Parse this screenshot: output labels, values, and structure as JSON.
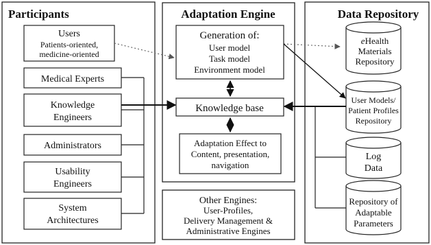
{
  "panels": {
    "participants": {
      "title": "Participants"
    },
    "engine": {
      "title": "Adaptation Engine"
    },
    "repository": {
      "title": "Data Repository"
    }
  },
  "participants": {
    "users": {
      "line1": "Users",
      "line2": "Patients-oriented,",
      "line3": "medicine-oriented"
    },
    "medical_experts": {
      "label": "Medical Experts"
    },
    "knowledge_engineers": {
      "line1": "Knowledge",
      "line2": "Engineers"
    },
    "administrators": {
      "label": "Administrators"
    },
    "usability_engineers": {
      "line1": "Usability",
      "line2": "Engineers"
    },
    "system_architectures": {
      "line1": "System",
      "line2": "Architectures"
    }
  },
  "engine": {
    "generation": {
      "line1": "Generation of:",
      "line2": "User model",
      "line3": "Task model",
      "line4": "Environment model"
    },
    "knowledge_base": {
      "label": "Knowledge base"
    },
    "adaptation_effect": {
      "line1": "Adaptation Effect to",
      "line2": "Content, presentation,",
      "line3": "navigation"
    },
    "other_engines": {
      "line1": "Other Engines:",
      "line2": "User-Profiles,",
      "line3": "Delivery Management &",
      "line4": "Administrative Engines"
    }
  },
  "repository": {
    "ehealth": {
      "line1_italic": "e",
      "line1_rest": "Health",
      "line2": "Materials",
      "line3": "Repository"
    },
    "user_models": {
      "line1": "User Models/",
      "line2": "Patient Profiles",
      "line3": "Repository"
    },
    "log_data": {
      "line1": "Log",
      "line2": "Data"
    },
    "adaptable_params": {
      "line1": "Repository of",
      "line2": "Adaptable",
      "line3": "Parameters"
    }
  },
  "colors": {
    "stroke": "#222222",
    "dotted": "#666666",
    "background": "#ffffff"
  }
}
